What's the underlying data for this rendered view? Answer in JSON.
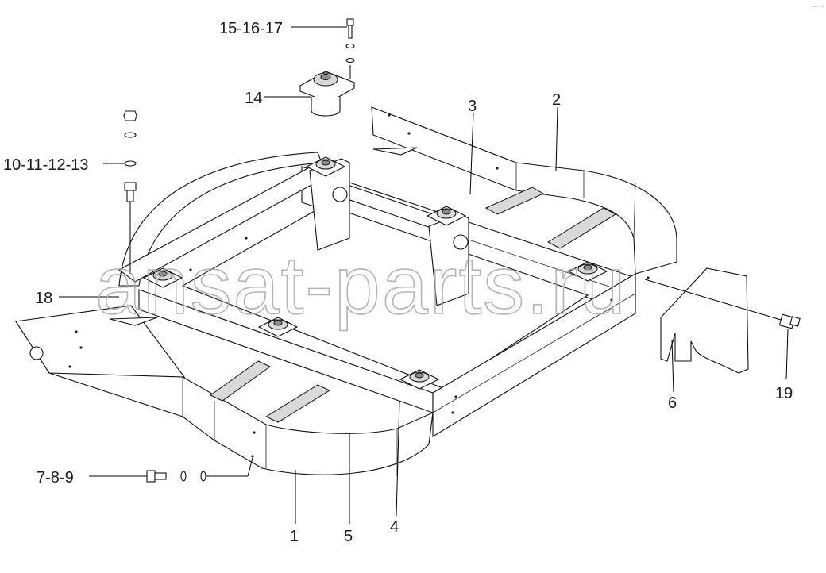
{
  "diagram": {
    "callouts": [
      {
        "id": "c-15-16-17",
        "label": "15-16-17"
      },
      {
        "id": "c-14",
        "label": "14"
      },
      {
        "id": "c-10-11-12-13",
        "label": "10-11-12-13"
      },
      {
        "id": "c-18",
        "label": "18"
      },
      {
        "id": "c-7-8-9",
        "label": "7-8-9"
      },
      {
        "id": "c-1",
        "label": "1"
      },
      {
        "id": "c-5",
        "label": "5"
      },
      {
        "id": "c-4",
        "label": "4"
      },
      {
        "id": "c-3",
        "label": "3"
      },
      {
        "id": "c-2",
        "label": "2"
      },
      {
        "id": "c-6",
        "label": "6"
      },
      {
        "id": "c-19",
        "label": "19"
      }
    ],
    "watermark": "ansat-parts.ru",
    "colors": {
      "line": "#111111",
      "watermark": "#a8a8a8",
      "background": "#ffffff"
    }
  }
}
